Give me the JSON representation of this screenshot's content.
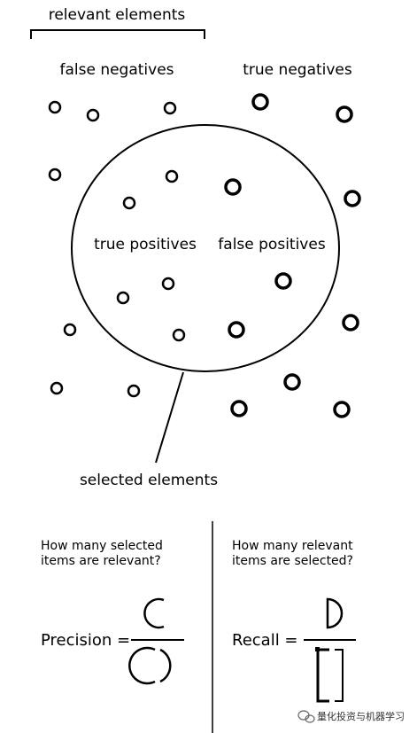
{
  "top": {
    "relevant_elements": "relevant elements",
    "false_negatives": "false negatives",
    "true_negatives": "true negatives",
    "true_positives": "true positives",
    "false_positives": "false positives",
    "selected_elements": "selected elements"
  },
  "precision": {
    "question_line1": "How many selected",
    "question_line2": "items are relevant?",
    "equation_label": "Precision ="
  },
  "recall": {
    "question_line1": "How many relevant",
    "question_line2": "items are selected?",
    "equation_label": "Recall ="
  },
  "watermark": {
    "text": "量化投资与机器学习"
  },
  "colors": {
    "ink": "#000000",
    "background": "#ffffff"
  }
}
